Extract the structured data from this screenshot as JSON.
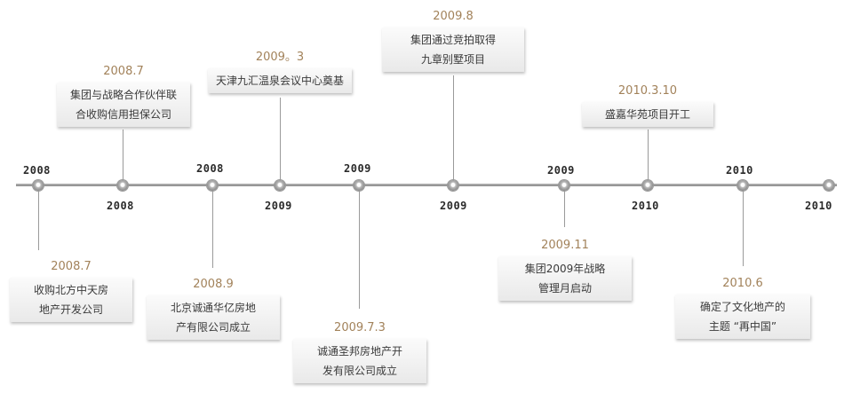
{
  "timeline": {
    "years_above": [
      "2008",
      "2008",
      "2009",
      "2009",
      "2010"
    ],
    "years_below": [
      "2008",
      "2009",
      "2009",
      "2010",
      "2010"
    ],
    "events_above": [
      {
        "date": "2008.7",
        "lines": [
          "集团与战略合作伙伴联",
          "合收购信用担保公司"
        ]
      },
      {
        "date": "2009。3",
        "lines": [
          "天津九汇温泉会议中心奠基"
        ]
      },
      {
        "date": "2009.8",
        "lines": [
          "集团通过竞拍取得",
          "九章别墅项目"
        ]
      },
      {
        "date": "2010.3.10",
        "lines": [
          "盛嘉华苑项目开工"
        ]
      }
    ],
    "events_below": [
      {
        "date": "2008.7",
        "lines": [
          "收购北方中天房",
          "地产开发公司"
        ]
      },
      {
        "date": "2008.9",
        "lines": [
          "北京诚通华亿房地",
          "产有限公司成立"
        ]
      },
      {
        "date": "2009.7.3",
        "lines": [
          "诚通圣邦房地产开",
          "发有限公司成立"
        ]
      },
      {
        "date": "2009.11",
        "lines": [
          "集团2009年战略",
          "管理月启动"
        ]
      },
      {
        "date": "2010.6",
        "lines": [
          "确定了文化地产的",
          "主题 “再中国”"
        ]
      }
    ]
  }
}
